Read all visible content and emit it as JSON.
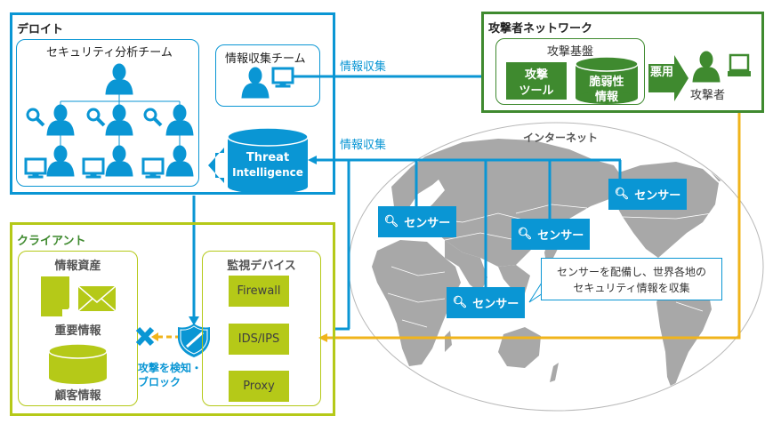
{
  "colors": {
    "deloitte_blue": "#0a96d4",
    "attacker_green": "#3f8a2f",
    "client_lime": "#b5c918",
    "attack_yellow": "#f0b41c",
    "map_gray": "#a8a8a8"
  },
  "deloitte": {
    "title": "デロイト",
    "security_team": {
      "title": "セキュリティ分析チーム"
    },
    "intel_team": {
      "title": "情報収集チーム"
    },
    "threat_db": {
      "line1": "Threat",
      "line2": "Intelligence"
    }
  },
  "attacker": {
    "title": "攻撃者ネットワーク",
    "infra": {
      "title": "攻撃基盤",
      "tools": {
        "line1": "攻撃",
        "line2": "ツール"
      },
      "vuln": {
        "line1": "脆弱性",
        "line2": "情報"
      }
    },
    "abuse_label": "悪用",
    "person_label": "攻撃者"
  },
  "flows": {
    "collect_top": "情報収集",
    "collect_mid": "情報収集",
    "detect_block_line1": "攻撃を検知・",
    "detect_block_line2": "ブロック"
  },
  "internet": {
    "title": "インターネット",
    "sensors": [
      "センサー",
      "センサー",
      "センサー",
      "センサー"
    ],
    "callout_line1": "センサーを配備し、世界各地の",
    "callout_line2": "セキュリティ情報を収集"
  },
  "client": {
    "title": "クライアント",
    "assets": {
      "title": "情報資産",
      "important": "重要情報",
      "customer": "顧客情報"
    },
    "devices": {
      "title": "監視デバイス",
      "items": [
        "Firewall",
        "IDS/IPS",
        "Proxy"
      ]
    }
  }
}
